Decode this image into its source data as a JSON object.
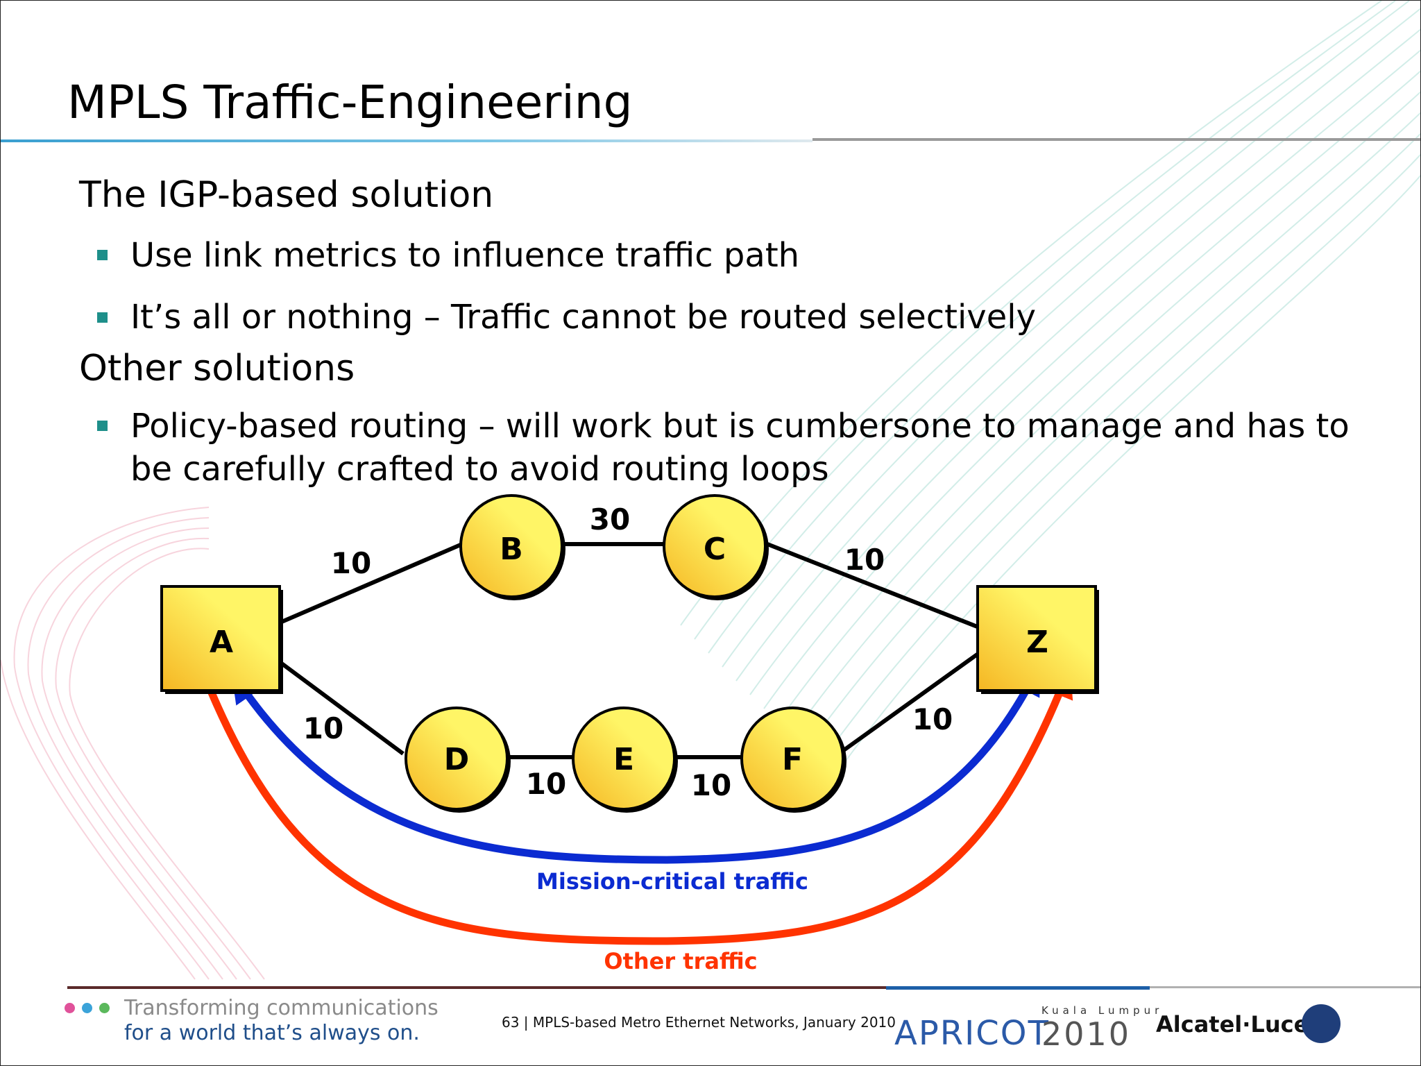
{
  "slide": {
    "title": "MPLS Traffic-Engineering",
    "sections": [
      {
        "heading": "The IGP-based solution",
        "bullets": [
          "Use link metrics to influence traffic path",
          "It’s all or nothing – Traffic cannot be routed selectively"
        ]
      },
      {
        "heading": "Other solutions",
        "bullets": [
          "Policy-based routing – will work but is cumbersone to manage and has to be carefully crafted to avoid routing loops"
        ]
      }
    ]
  },
  "diagram": {
    "nodes": {
      "A": "A",
      "B": "B",
      "C": "C",
      "D": "D",
      "E": "E",
      "F": "F",
      "Z": "Z"
    },
    "links": {
      "A_B": "10",
      "B_C": "30",
      "C_Z": "10",
      "A_D": "10",
      "D_E": "10",
      "E_F": "10",
      "F_Z": "10"
    },
    "flows": {
      "mission_critical": "Mission-critical traffic",
      "other": "Other traffic"
    },
    "colors": {
      "node_fill_light": "#fff566",
      "node_fill_dark": "#f5b623",
      "mission_critical": "#0b2bd1",
      "other": "#ff3300"
    }
  },
  "footer": {
    "tagline_line1": "Transforming communications",
    "tagline_line2": "for a world that’s always on.",
    "page_info": "63 | MPLS-based Metro Ethernet Networks, January 2010",
    "event_name": "APRICOT",
    "event_year": "2010",
    "event_city": "Kuala Lumpur",
    "company": "Alcatel·Lucent",
    "dot_colors": [
      "#e0529a",
      "#3ba3d9",
      "#5bb85c"
    ]
  }
}
